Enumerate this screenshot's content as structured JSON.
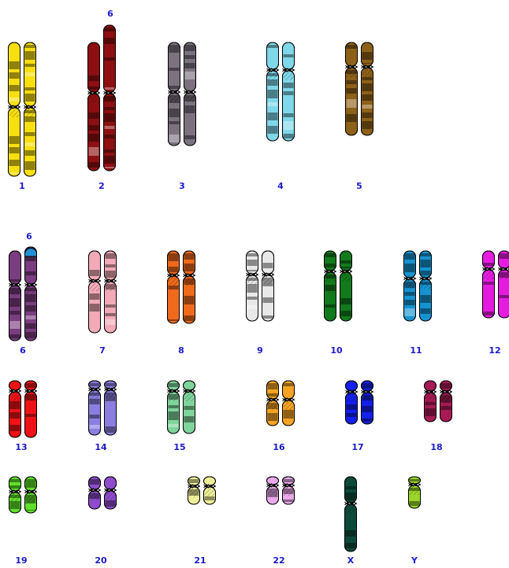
{
  "karyotype": {
    "chromosomes": [
      {
        "id": "c1",
        "label": "1",
        "color": "#f7df10",
        "extra": null
      },
      {
        "id": "c2",
        "label": "2",
        "color": "#8e0f12",
        "extra": "6"
      },
      {
        "id": "c3",
        "label": "3",
        "color": "#7c727f",
        "extra": null
      },
      {
        "id": "c4",
        "label": "4",
        "color": "#7fd8e9",
        "extra": null
      },
      {
        "id": "c5",
        "label": "5",
        "color": "#8e6118",
        "extra": null
      },
      {
        "id": "c6",
        "label": "6",
        "color": "#7a3d80",
        "extra": "6"
      },
      {
        "id": "c7",
        "label": "7",
        "color": "#f3aab7",
        "extra": null
      },
      {
        "id": "c8",
        "label": "8",
        "color": "#f06a1c",
        "extra": null
      },
      {
        "id": "c9",
        "label": "9",
        "color": "#e8e8e8",
        "extra": null
      },
      {
        "id": "c10",
        "label": "10",
        "color": "#127a1c",
        "extra": null
      },
      {
        "id": "c11",
        "label": "11",
        "color": "#1593d0",
        "extra": null
      },
      {
        "id": "c12",
        "label": "12",
        "color": "#e51ce0",
        "extra": null
      },
      {
        "id": "c13",
        "label": "13",
        "color": "#ee1216",
        "extra": null
      },
      {
        "id": "c14",
        "label": "14",
        "color": "#8a7fe0",
        "extra": null
      },
      {
        "id": "c15",
        "label": "15",
        "color": "#7fd49c",
        "extra": null
      },
      {
        "id": "c16",
        "label": "16",
        "color": "#f4a322",
        "extra": null
      },
      {
        "id": "c17",
        "label": "17",
        "color": "#1520ee",
        "extra": null
      },
      {
        "id": "c18",
        "label": "18",
        "color": "#a61a55",
        "extra": null
      },
      {
        "id": "c19",
        "label": "19",
        "color": "#5fe02a",
        "extra": null
      },
      {
        "id": "c20",
        "label": "20",
        "color": "#8e4ccc",
        "extra": null
      },
      {
        "id": "c21",
        "label": "21",
        "color": "#eeee9a",
        "extra": null
      },
      {
        "id": "c22",
        "label": "22",
        "color": "#eaa8ea",
        "extra": null
      },
      {
        "id": "cX",
        "label": "X",
        "color": "#0d4a3a",
        "extra": null
      },
      {
        "id": "cY",
        "label": "Y",
        "color": "#9ad62a",
        "extra": null
      }
    ]
  }
}
